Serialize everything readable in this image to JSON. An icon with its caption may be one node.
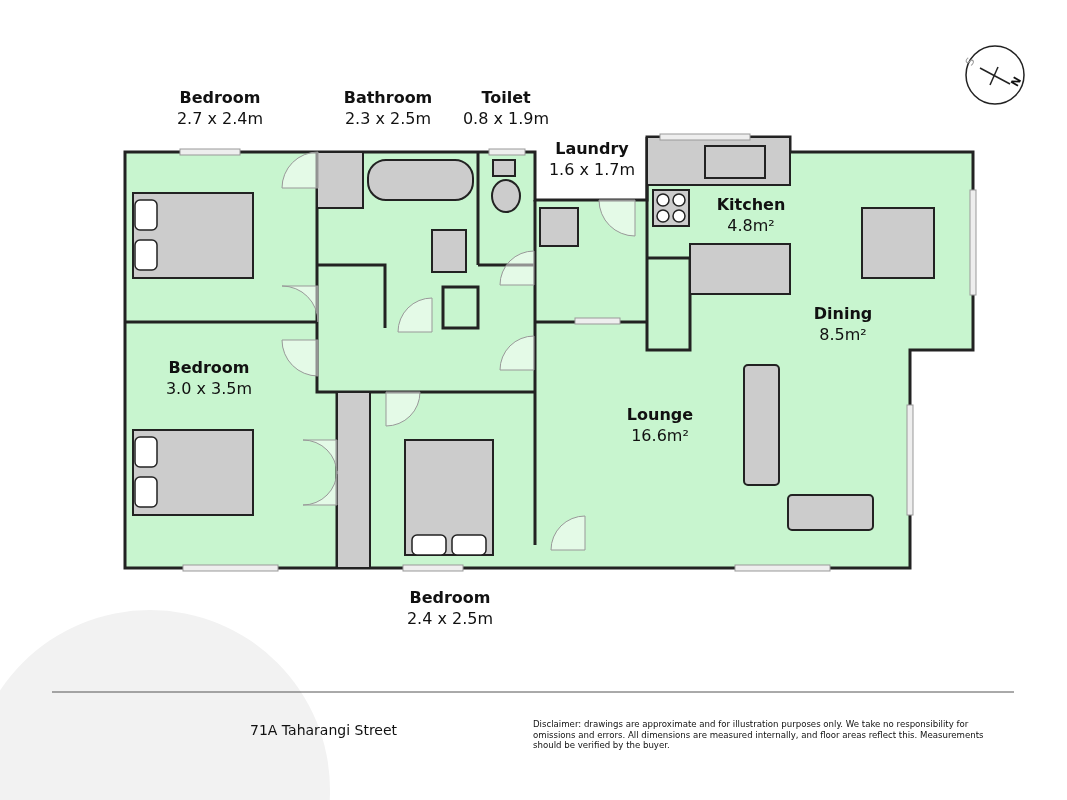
{
  "diagram": {
    "nodes": [
      {
        "text": [
          "Bedroom",
          "2.7 x 2.4m"
        ]
      },
      {
        "text": [
          "Bathroom",
          "2.3 x 2.5m"
        ]
      },
      {
        "text": [
          "Toilet",
          "0.8 x 1.9m"
        ]
      },
      {
        "text": [
          "Laundry",
          "1.6 x 1.7m"
        ]
      },
      {
        "text": [
          "Kitchen",
          "4.8m²"
        ]
      },
      {
        "text": [
          "Dining",
          "8.5m²"
        ]
      },
      {
        "text": [
          "Lounge",
          "16.6m²"
        ]
      },
      {
        "text": [
          "Bedroom",
          "3.0 x 3.5m"
        ]
      },
      {
        "text": [
          "Bedroom",
          "2.4 x 2.5m"
        ]
      }
    ],
    "edges": [],
    "labels": [
      "S",
      "N",
      "71A Taharangi Street",
      "Disclaimer: drawings are approximate and for illustration purposes only. We take no responsibility for omissions and errors. All dimensions are measured internally, and floor areas reflect this. Measurements should be verified by the buyer."
    ]
  }
}
